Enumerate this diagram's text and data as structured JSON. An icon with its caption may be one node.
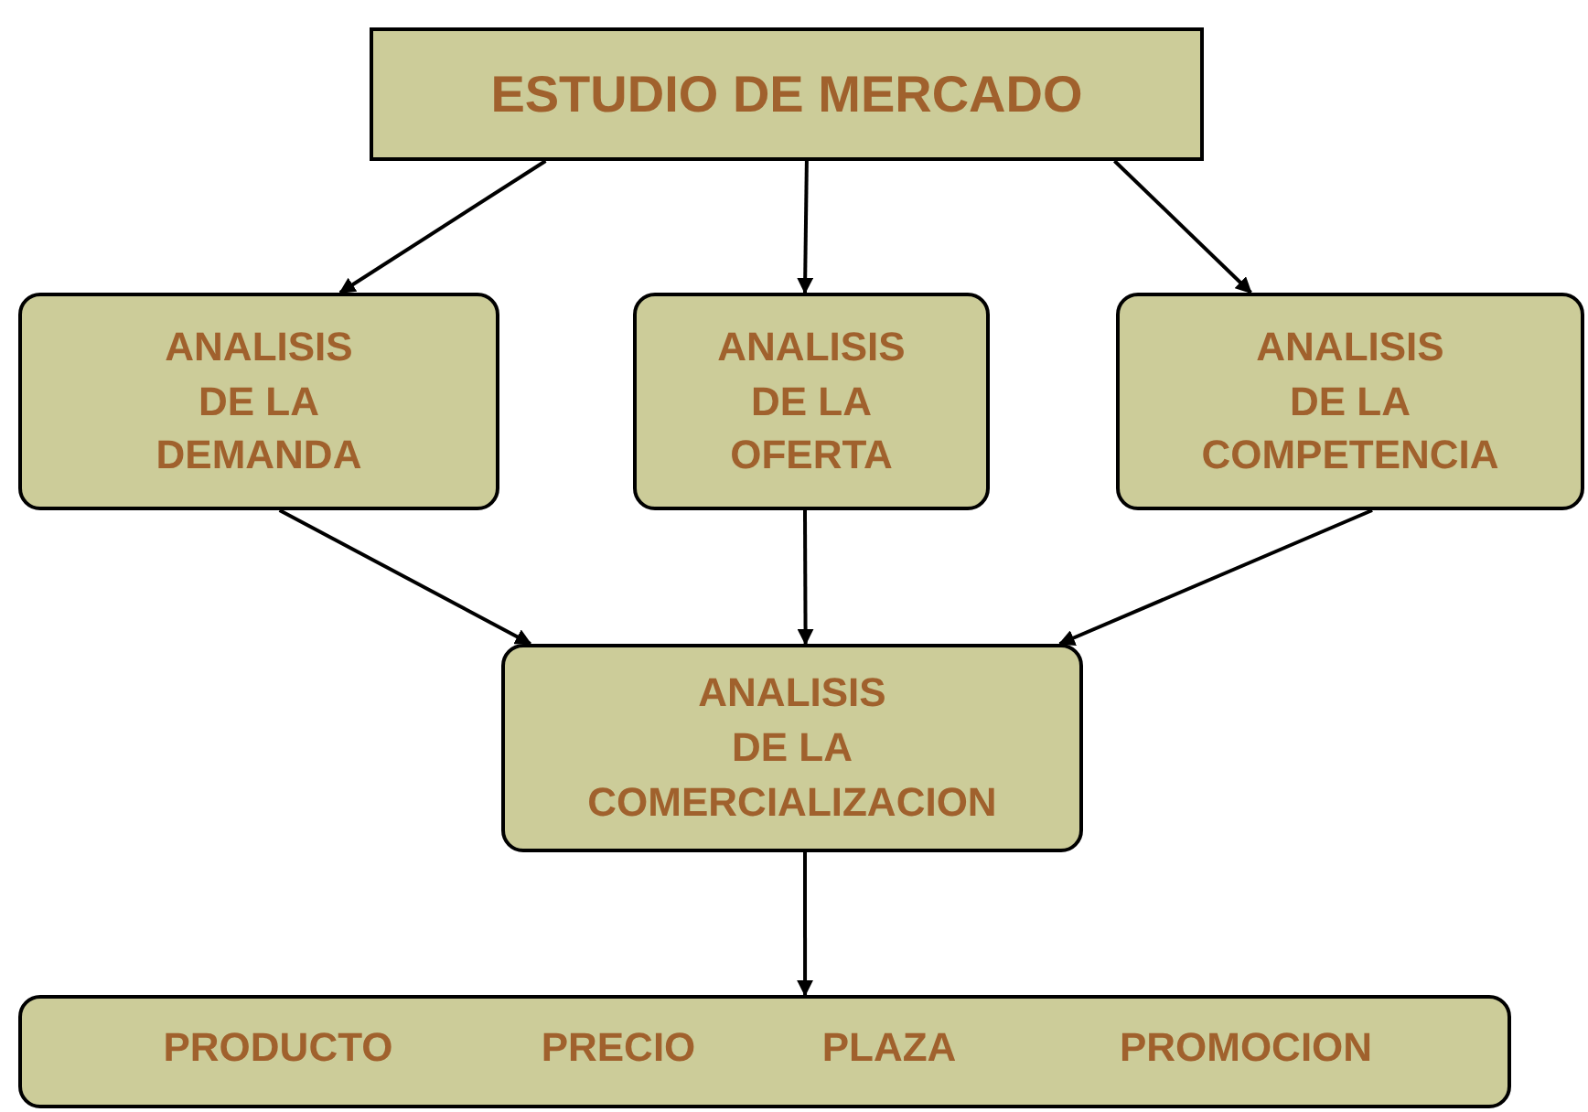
{
  "diagram": {
    "nodes": [
      {
        "text": [
          "ESTUDIO DE MERCADO"
        ]
      },
      {
        "text": [
          "ANALISIS DE LA DEMANDA"
        ]
      },
      {
        "text": [
          "ANALISIS DE LA OFERTA"
        ]
      },
      {
        "text": [
          "ANALISIS DE LA COMPETENCIA"
        ]
      },
      {
        "text": [
          "ANALISIS DE LA COMERCIALIZACION"
        ]
      },
      {
        "text": [
          "PRODUCTO",
          "PRECIO",
          "PLAZA",
          "PROMOCION"
        ]
      }
    ],
    "edges": [
      {
        "from": 0,
        "to": 1,
        "arrow": "to"
      },
      {
        "from": 0,
        "to": 2,
        "arrow": "to"
      },
      {
        "from": 0,
        "to": 3,
        "arrow": "to"
      },
      {
        "from": 1,
        "to": 4,
        "arrow": "to"
      },
      {
        "from": 2,
        "to": 4,
        "arrow": "to"
      },
      {
        "from": 3,
        "to": 4,
        "arrow": "to"
      },
      {
        "from": 4,
        "to": 5,
        "arrow": "to"
      }
    ]
  }
}
